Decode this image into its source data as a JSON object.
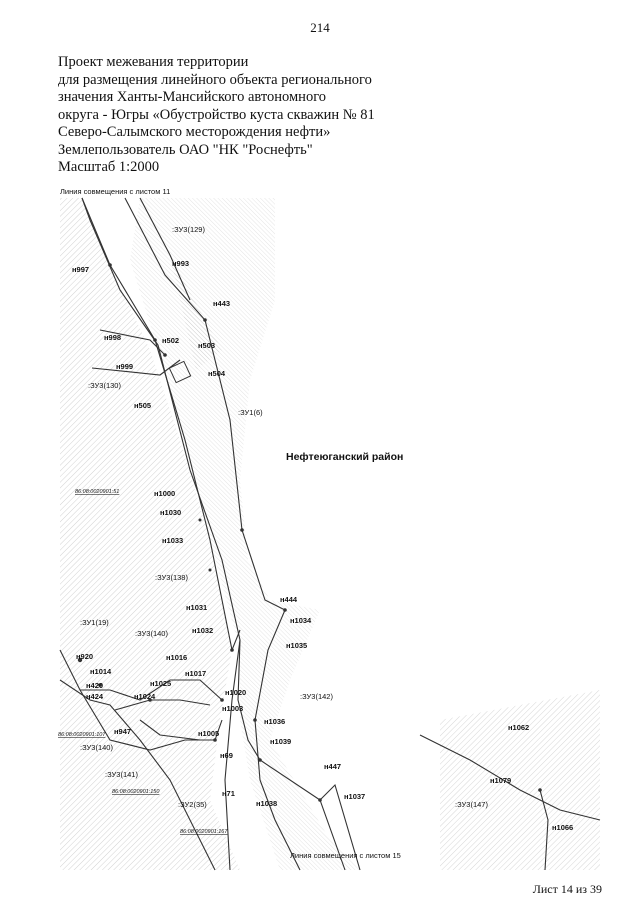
{
  "page_number": "214",
  "header": {
    "lines": [
      "Проект межевания территории",
      "для размещения линейного объекта регионального",
      "значения Ханты-Мансийского автономного",
      "округа - Югры «Обустройство куста скважин № 81",
      "Северо-Салымского месторождения нефти»",
      "Землепользователь ОАО \"НК \"Роснефть\"",
      "Масштаб 1:2000"
    ]
  },
  "map": {
    "top_caption": "Линия совмещения с листом 11",
    "bottom_caption": "Линия совмещения с листом 15",
    "district_label": "Нефтеюганский район",
    "parcels": {
      "zu3_129": ":ЗУ3(129)",
      "zu3_130": ":ЗУ3(130)",
      "zu1_6": ":ЗУ1(6)",
      "zu3_138": ":ЗУ3(138)",
      "zu1_19": ":ЗУ1(19)",
      "zu3_140a": ":ЗУ3(140)",
      "zu3_142": ":ЗУ3(142)",
      "zu3_140b": ":ЗУ3(140)",
      "zu3_141": ":ЗУ3(141)",
      "zu2_35": ":ЗУ2(35)",
      "zu3_147": ":ЗУ3(147)"
    },
    "cadastral": {
      "c1": "86:08:0020901:51",
      "c2": "86:08:0020901:107",
      "c3": "86:08:0020901:150",
      "c4": "86:08:0020901:167"
    },
    "points": {
      "n997": "н997",
      "n993": "н993",
      "n443": "н443",
      "n998": "н998",
      "n502": "н502",
      "n503": "н503",
      "n999": "н999",
      "n504": "н504",
      "n505": "н505",
      "n1000": "н1000",
      "n1030": "н1030",
      "n1033": "н1033",
      "n444": "н444",
      "n1031": "н1031",
      "n1034": "н1034",
      "n1032": "н1032",
      "n1035": "н1035",
      "n920": "н920",
      "n1016": "н1016",
      "n1014": "н1014",
      "n1017": "н1017",
      "n420": "н420",
      "n1025": "н1025",
      "n424": "н424",
      "n1024": "н1024",
      "n1020": "н1020",
      "n1003": "н1003",
      "n947": "н947",
      "n1036": "н1036",
      "n1062": "н1062",
      "n1005": "н1005",
      "n1039": "н1039",
      "n69": "н69",
      "n447": "н447",
      "n1079": "н1079",
      "n71": "н71",
      "n1037": "н1037",
      "n1038": "н1038",
      "n1066": "н1066"
    }
  },
  "footer": "Лист 14 из 39",
  "colors": {
    "line": "#333333",
    "hatch": "#8a8a8a",
    "text": "#111111"
  }
}
